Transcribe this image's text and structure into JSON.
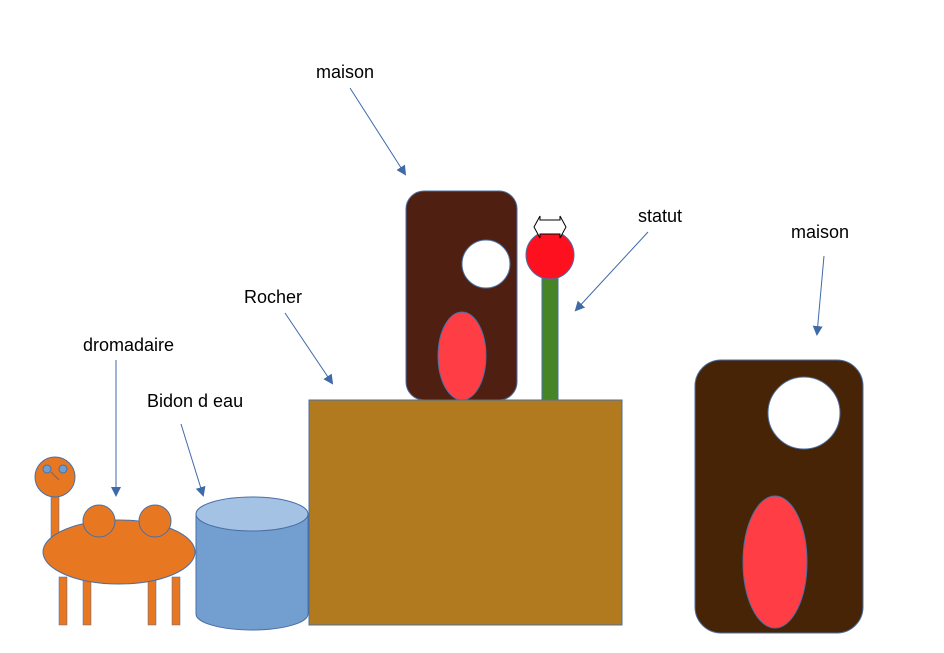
{
  "labels": {
    "maison_top": "maison",
    "statut": "statut",
    "maison_right": "maison",
    "rocher": "Rocher",
    "dromadaire": "dromadaire",
    "bidon": "Bidon d eau"
  },
  "colors": {
    "arrow": "#3f6aa8",
    "outline": "#4a6fa5",
    "camel": "#e87722",
    "camel_eye": "#6f9fd0",
    "barrel_body": "#729fcf",
    "barrel_top": "#a4c2e4",
    "rock": "#b27a1f",
    "house_left": "#4f1f12",
    "house_right": "#482406",
    "door": "#ff3d44",
    "window": "#ffffff",
    "statue_head": "#ff101e",
    "statue_pole": "#468426"
  }
}
